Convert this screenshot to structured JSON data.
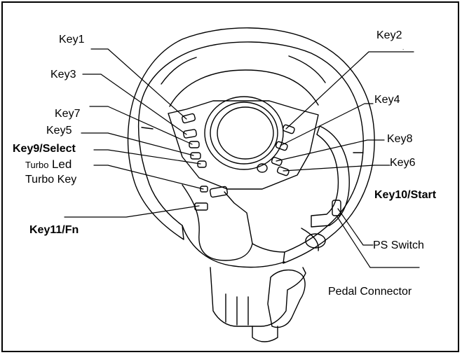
{
  "labels": {
    "key1": "Key1",
    "key2": "Key2",
    "key3": "Key3",
    "key4": "Key4",
    "key5": "Key5",
    "key6": "Key6",
    "key7": "Key7",
    "key8": "Key8",
    "key9": "Key9",
    "select": "/Select",
    "turbo_led_small": "Turbo",
    "turbo_led_big": "Led",
    "turbo_key": "Turbo Key",
    "key10": "Key10",
    "start": "/Start",
    "key11": "Key11",
    "fn": "/Fn",
    "ps_switch": "PS Switch",
    "pedal_connector": "Pedal Connector",
    "dot": "."
  }
}
